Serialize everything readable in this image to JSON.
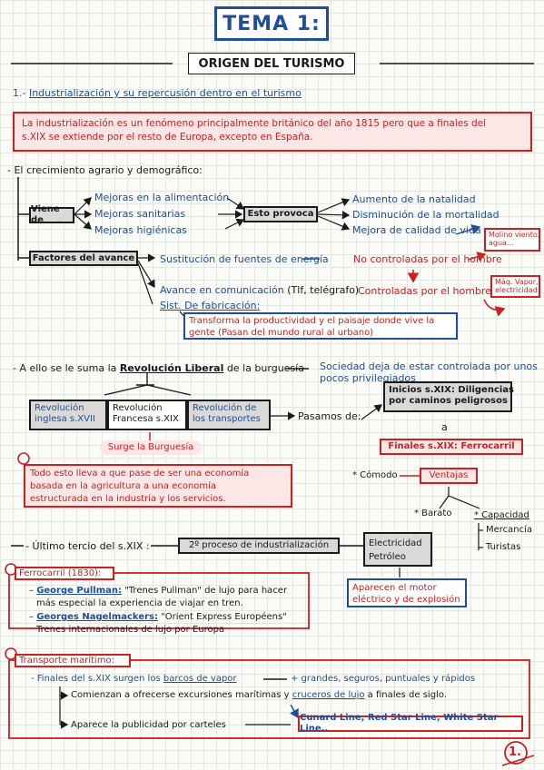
{
  "title": {
    "tema": "TEMA 1:",
    "subtitle": "ORIGEN DEL TURISMO"
  },
  "section1": {
    "heading_num": "1.-",
    "heading_text": "Industrialización y su repercusión dentro en el turismo",
    "intro": [
      "La industrialización es un fenómeno principalmente británico del año 1815 pero que a finales del",
      "s.XIX se extiende por el resto de Europa, excepto en España."
    ]
  },
  "growth": {
    "heading": "- El crecimiento agrario y demográfico:",
    "viene_de": "Viene de",
    "mejoras": [
      "Mejoras en la alimentación",
      "Mejoras sanitarias",
      "Mejoras higiénicas"
    ],
    "esto_provoca": "Esto provoca",
    "effects": [
      "Aumento de la natalidad",
      "Disminución de la mortalidad",
      "Mejora de calidad de vida"
    ],
    "factores": "Factores del avance",
    "sustitucion": "Sustitución de fuentes de energía",
    "no_controladas": "No controladas por el hombre",
    "molino": [
      "Molino viento,",
      "agua..."
    ],
    "avance": "Avance en comunicación",
    "avance_paren": "(Tlf, telégrafo)",
    "controladas": "Controladas por el hombre",
    "maq": [
      "Máq. Vapor,",
      "electricidad"
    ],
    "sist": "Sist. De fabricación:",
    "transforma": [
      "Transforma la productividad y el paisaje donde vive la",
      "gente (Pasan del mundo rural al urbano)"
    ]
  },
  "revolucion": {
    "lead_a": "- A ello se le suma la",
    "lead_b": "Revolución Liberal",
    "lead_c": "de la burguesía",
    "sociedad": [
      "Sociedad deja de estar controlada por unos",
      "pocos privilegiados"
    ],
    "rev1": [
      "Revolución",
      "inglesa s.XVII"
    ],
    "rev2": [
      "Revolución",
      "Francesa s.XIX"
    ],
    "rev3": [
      "Revolución de",
      "los transportes"
    ],
    "pasamos": "Pasamos de:",
    "inicios": [
      "Inicios s.XIX: Diligencias",
      "por caminos peligrosos"
    ],
    "a": "a",
    "finales": "Finales s.XIX: Ferrocarril",
    "surge": "Surge la Burguesía",
    "todo": [
      "Todo esto lleva a que pase de ser una economía",
      "basada en la agricultura a una economía",
      "estructurada en la industria y los servicios."
    ],
    "comodo": "* Cómodo",
    "ventajas": "Ventajas",
    "barato": "* Barato",
    "capacidad": "* Capacidad",
    "mercancia": "Mercancía",
    "turistas": "Turistas"
  },
  "ultimo": {
    "label": "- Último tercio del s.XIX :",
    "proceso": "2º proceso de industrialización",
    "elec": [
      "Electricidad",
      "Petróleo"
    ],
    "motor": [
      "Aparecen el motor",
      "eléctrico y de explosión"
    ]
  },
  "ferrocarril": {
    "tag": "Ferrocarril (1830):",
    "pullman_name": "George Pullman:",
    "pullman_text": "\"Trenes Pullman\" de lujo para hacer",
    "pullman_text2": "más especial la experiencia de viajar en tren.",
    "nagel_name": "Georges Nagelmackers:",
    "nagel_text": "\"Orient Express Européens\"",
    "nagel_text2": "Trenes internacionales de lujo por Europa"
  },
  "maritimo": {
    "tag": "Transporte marítimo:",
    "l1a": "- Finales del s.XIX surgen los",
    "l1b": "barcos de vapor",
    "l1c": "+ grandes, seguros, puntuales y rápidos",
    "l2a": "Comienzan a ofrecerse excursiones marítimas y",
    "l2b": "cruceros de lujo",
    "l2c": "a finales de siglo.",
    "l3": "Aparece la publicidad por carteles",
    "lines": "Cunard Line, Red Star Line, White Star Line.."
  },
  "page_number": "1."
}
